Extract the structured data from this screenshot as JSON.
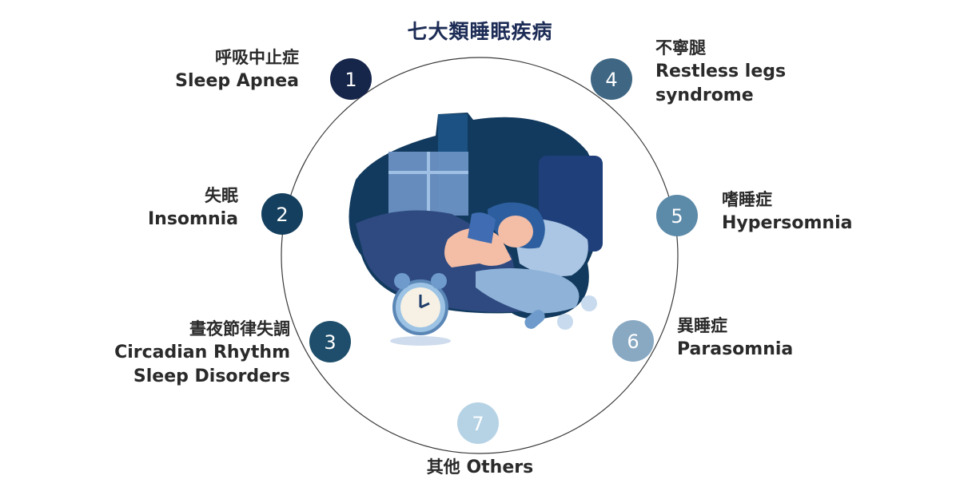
{
  "title": "七大類睡眠疾病",
  "colors": {
    "title": "#1d2c56",
    "ring": "#3a3a3a",
    "node1": "#16254a",
    "node2": "#143f5e",
    "node3": "#1e4e6b",
    "node4": "#3f6783",
    "node5": "#5c8aa9",
    "node6": "#89a9c3",
    "node7": "#b6d3e6"
  },
  "nodes": [
    {
      "number": "1",
      "zh": "呼吸中止症",
      "en": "Sleep Apnea"
    },
    {
      "number": "2",
      "zh": "失眠",
      "en": "Insomnia"
    },
    {
      "number": "3",
      "zh": "晝夜節律失調",
      "en": "Circadian Rhythm",
      "en2": "Sleep Disorders"
    },
    {
      "number": "4",
      "zh": "不寧腿",
      "en": "Restless legs",
      "en2": "syndrome"
    },
    {
      "number": "5",
      "zh": "嗜睡症",
      "en": "Hypersomnia"
    },
    {
      "number": "6",
      "zh": "異睡症",
      "en": "Parasomnia"
    },
    {
      "number": "7",
      "zh": "其他",
      "en": "Others"
    }
  ]
}
